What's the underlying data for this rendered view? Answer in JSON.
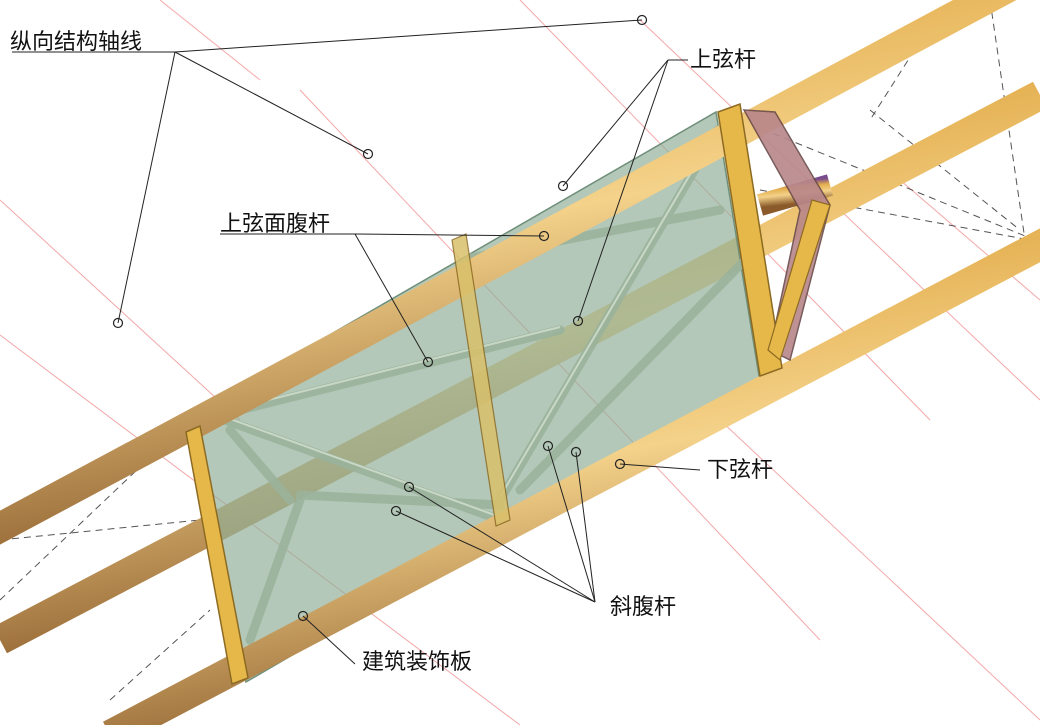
{
  "labels": {
    "longitudinal_axis": "纵向结构轴线",
    "top_chord": "上弦杆",
    "top_web": "上弦面腹杆",
    "bottom_chord": "下弦杆",
    "diagonal_web": "斜腹杆",
    "decor_panel": "建筑装饰板"
  },
  "colors": {
    "pipe": "#e3ad4c",
    "pipe_dark": "#7a4b8c",
    "pipe_light": "#f4d28a",
    "plate": "#e6b84a",
    "plate_dark": "#8c6a22",
    "glass": "#8fae96",
    "axis_line": "#f08a8a",
    "dash_line": "#555555",
    "leader": "#222222"
  }
}
